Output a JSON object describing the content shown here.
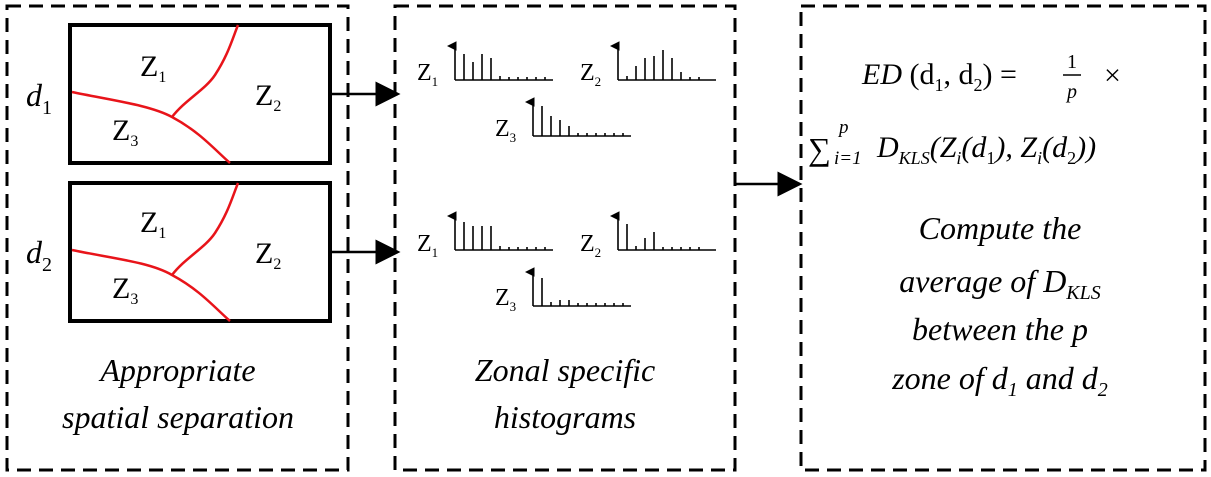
{
  "panel_left": {
    "caption_line1": "Appropriate",
    "caption_line2": "spatial separation",
    "map_top": {
      "label_base": "d",
      "label_sub": "1",
      "zones": [
        {
          "base": "Z",
          "sub": "1"
        },
        {
          "base": "Z",
          "sub": "2"
        },
        {
          "base": "Z",
          "sub": "3"
        }
      ]
    },
    "map_bottom": {
      "label_base": "d",
      "label_sub": "2",
      "zones": [
        {
          "base": "Z",
          "sub": "1"
        },
        {
          "base": "Z",
          "sub": "2"
        },
        {
          "base": "Z",
          "sub": "3"
        }
      ]
    }
  },
  "panel_middle": {
    "caption_line1": "Zonal specific",
    "caption_line2": "histograms",
    "top_group": {
      "hist_labels": [
        {
          "base": "Z",
          "sub": "1"
        },
        {
          "base": "Z",
          "sub": "2"
        },
        {
          "base": "Z",
          "sub": "3"
        }
      ]
    },
    "bottom_group": {
      "hist_labels": [
        {
          "base": "Z",
          "sub": "1"
        },
        {
          "base": "Z",
          "sub": "2"
        },
        {
          "base": "Z",
          "sub": "3"
        }
      ]
    }
  },
  "panel_right": {
    "formula_line1": {
      "lhs": "ED",
      "args": "(d",
      "sub1": "1",
      "comma": ", d",
      "sub2": "2",
      "close": ")",
      "equals": "=",
      "frac_num": "1",
      "frac_den": "p",
      "times": "×"
    },
    "formula_line2": {
      "sum": "∑",
      "sum_sub": "i=1",
      "sum_sup": "p",
      "d": "D",
      "d_sub": "KLS",
      "open": "(Z",
      "zi_sub": "i",
      "inner1": "(d",
      "inner1_sub": "1",
      "mid": "), Z",
      "zi2_sub": "i",
      "inner2": "(d",
      "inner2_sub": "2",
      "end": "))"
    },
    "text": {
      "line1": "Compute the",
      "line2_pre": "average of D",
      "line2_sub": "KLS",
      "line3": "between the p",
      "line4_pre": "zone of d",
      "line4_sub1": "1",
      "line4_mid": " and d",
      "line4_sub2": "2"
    }
  },
  "colors": {
    "boundary": "#e8141a",
    "stroke": "#000000"
  }
}
